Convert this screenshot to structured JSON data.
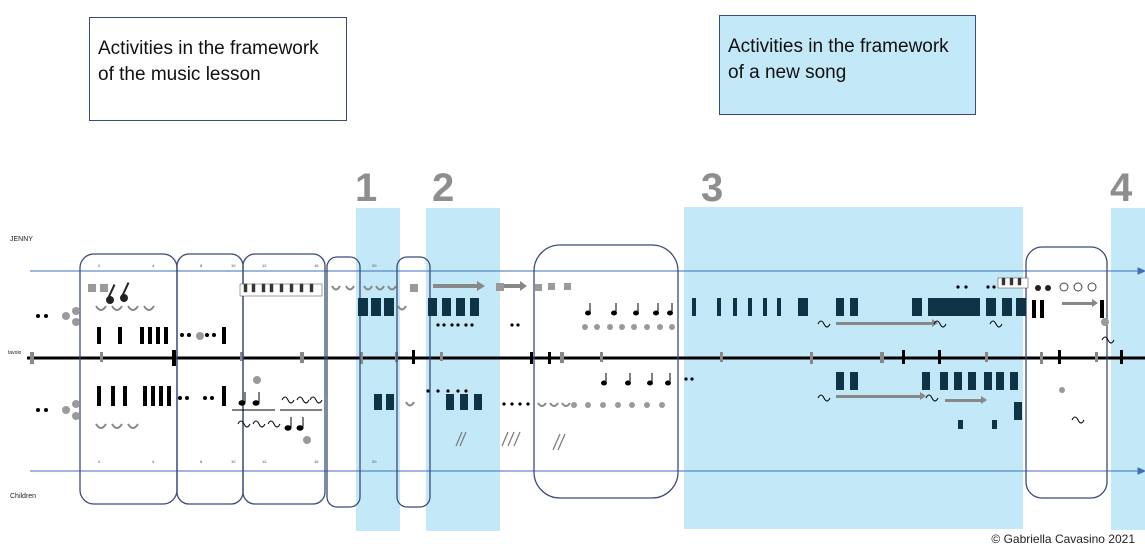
{
  "boxes": {
    "music_lesson": [
      "Activities in the framework",
      "of the music lesson"
    ],
    "new_song": [
      "Activities in the framework",
      "of  a new song"
    ]
  },
  "phase_numbers": [
    "1",
    "2",
    "3",
    "4"
  ],
  "labels": {
    "jenny": "JENNY",
    "children": "Children",
    "timeline": "tavolo"
  },
  "copyright": "© Gabriella Cavasino 2021",
  "colors": {
    "highlight": "#c3e9f8",
    "frame": "#3b4a7a",
    "notation": "#0f3347",
    "timeline_arrow": "#3d6fc1"
  }
}
